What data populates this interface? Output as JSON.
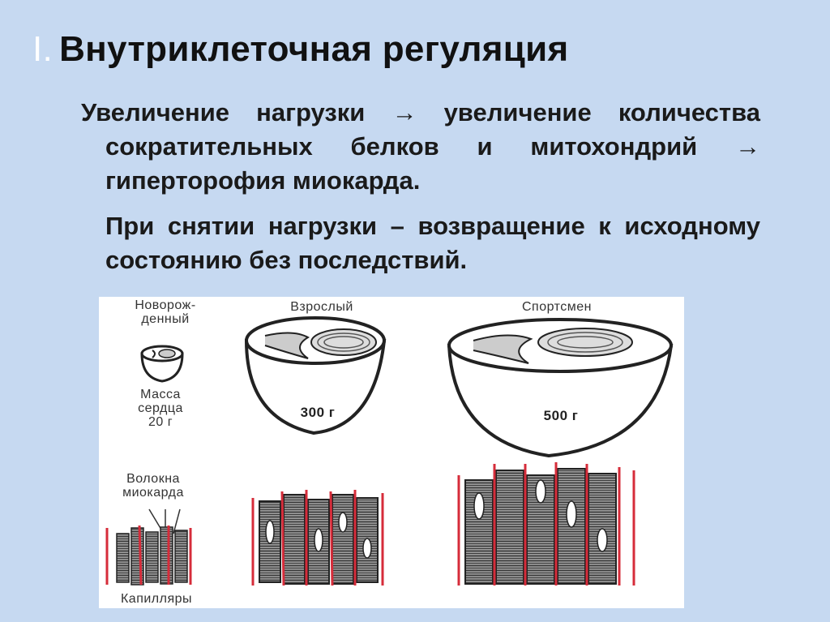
{
  "title": {
    "number": "I.",
    "text": "Внутриклеточная регуляция"
  },
  "paragraphs": [
    "Увеличение нагрузки → увеличение количества сократительных белков и митохондрий → гиперторофия миокарда.",
    "При снятии нагрузки – возвращение к исходному состоянию без последствий."
  ],
  "figure": {
    "newborn_label_1": "Новорож-",
    "newborn_label_2": "денный",
    "adult_label": "Взрослый",
    "athlete_label": "Спортсмен",
    "mass_label_1": "Масса",
    "mass_label_2": "сердца",
    "mass_newborn": "20 г",
    "mass_adult": "300 г",
    "mass_athlete": "500 г",
    "fibers_label_1": "Волокна",
    "fibers_label_2": "миокарда",
    "capillaries_label": "Капилляры"
  },
  "colors": {
    "background": "#c6d9f1",
    "title_number": "#ffffff",
    "capillary": "#d62c3a",
    "fiber": "#555555"
  }
}
